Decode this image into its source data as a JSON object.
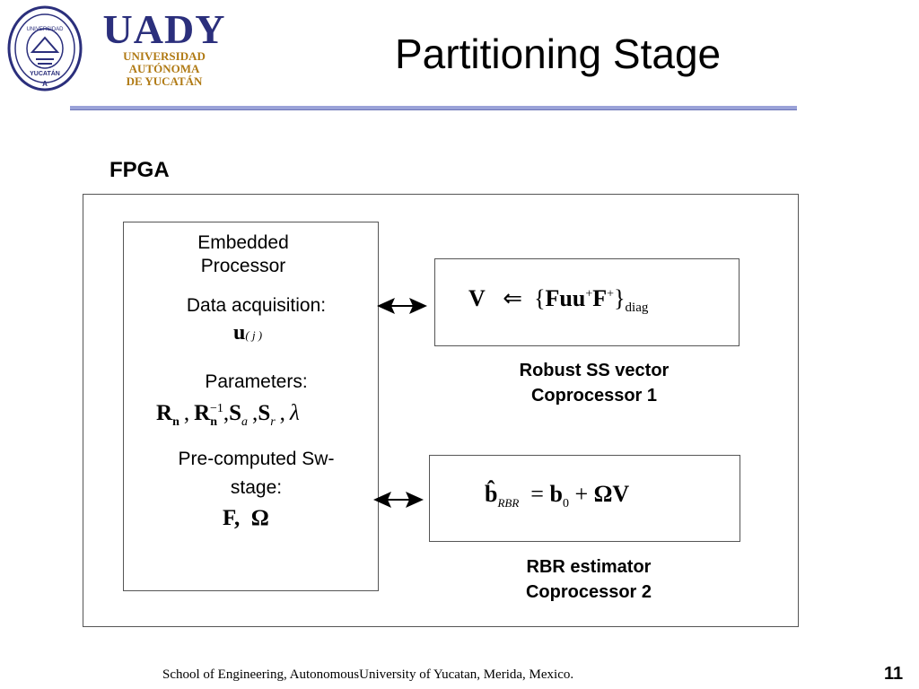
{
  "header": {
    "logo_text": "UADY",
    "university_lines": [
      "UNIVERSIDAD",
      "AUTÓNOMA",
      "DE YUCATÁN"
    ],
    "seal_text": "UNIVERSIDAD AUTÓNOMA DE YUCATÁN",
    "title": "Partitioning Stage"
  },
  "fpga": {
    "label": "FPGA",
    "processor": {
      "title_line1": "Embedded",
      "title_line2": "Processor",
      "data_acq_label": "Data acquisition:",
      "data_acq_math": "u(j)",
      "params_label": "Parameters:",
      "params_math": "Rn , Rn−1 , Sa , Sr , λ",
      "precomputed_line1": "Pre-computed Sw-",
      "precomputed_line2": "stage:",
      "precomputed_math": "F,  Ω"
    },
    "coprocessor1": {
      "equation": "V ⇐ {Fuu+F+}diag",
      "caption_line1": "Robust SS vector",
      "caption_line2": "Coprocessor 1"
    },
    "coprocessor2": {
      "equation": "b̂RBR = b0 + ΩV",
      "caption_line1": "RBR estimator",
      "caption_line2": "Coprocessor 2"
    }
  },
  "footer": {
    "text": "School of Engineering, AutonomousUniversity of Yucatan, Merida, Mexico.",
    "page_number": "11"
  },
  "colors": {
    "logo_blue": "#2b2f7c",
    "logo_gold": "#b07a14",
    "rule": "#9aa2d8"
  }
}
